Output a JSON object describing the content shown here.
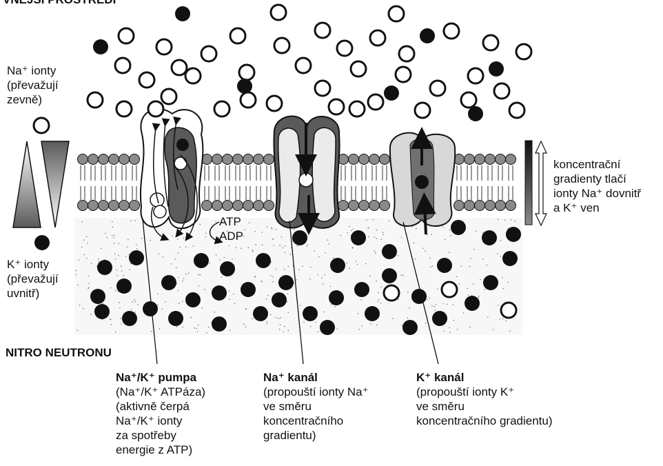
{
  "outside_heading": "VNĚJŠÍ PROSTŘEDÍ",
  "inside_heading": "NITRO NEUTRONU",
  "na_ions_label": "Na⁺ ionty\n(převažují\nzevně)",
  "k_ions_label": "K⁺ ionty\n(převažují\nuvnitř)",
  "gradient_label": "koncentrační\ngradienty tlačí\nionty Na⁺ dovnitř\na K⁺ ven",
  "atp_label": "ATP",
  "adp_label": "ADP",
  "pump": {
    "title": "Na⁺/K⁺ pumpa",
    "description": "(Na⁺/K⁺ ATPáza)\n(aktivně čerpá\nNa⁺/K⁺ ionty\nza spotřeby\nenergie z ATP)"
  },
  "na_channel": {
    "title": "Na⁺ kanál",
    "description": "(propouští ionty Na⁺\nve směru\nkoncentračního\ngradientu)"
  },
  "k_channel": {
    "title": "K⁺ kanál",
    "description": "(propouští ionty K⁺\nve směru\nkoncentračního gradientu)"
  },
  "colors": {
    "na_ion_fill": "#ffffff",
    "k_ion_fill": "#111111",
    "membrane_head": "#8a8a8a",
    "protein_fill": "#e6e6e6",
    "protein_dark": "#5a5a5a"
  }
}
